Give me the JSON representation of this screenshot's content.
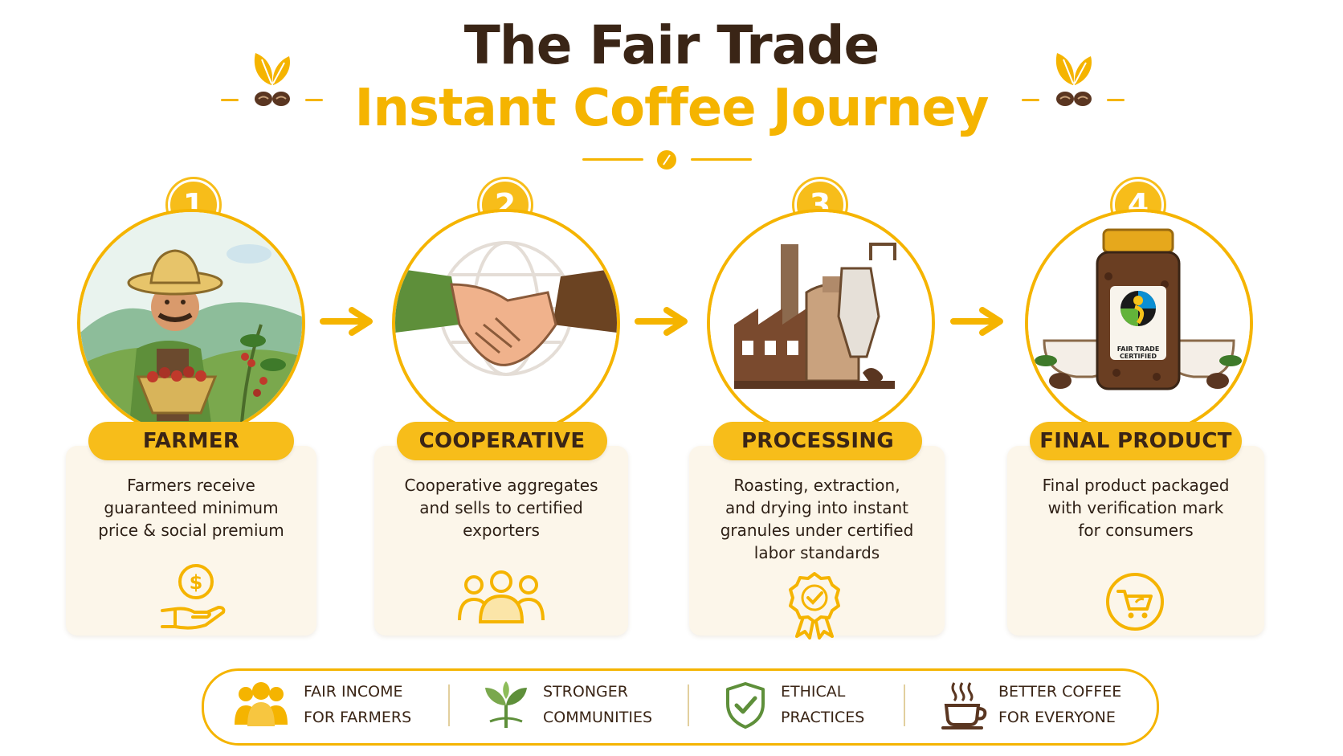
{
  "title": {
    "line1": "The Fair Trade",
    "line2": "Instant Coffee Journey"
  },
  "colors": {
    "accent": "#f5b400",
    "dark_brown": "#3a2516",
    "card_bg": "#fcf6ea"
  },
  "steps": [
    {
      "number": "1",
      "label": "FARMER",
      "text": [
        "Farmers receive",
        "guaranteed minimum",
        "price & social premium"
      ],
      "icon": "hand-coin-icon"
    },
    {
      "number": "2",
      "label": "COOPERATIVE",
      "text": [
        "Cooperative aggregates",
        "and sells to certified",
        "exporters"
      ],
      "icon": "group-people-icon"
    },
    {
      "number": "3",
      "label": "PROCESSING",
      "text": [
        "Roasting, extraction,",
        "and drying into instant",
        "granules under certified",
        "labor standards"
      ],
      "icon": "award-ribbon-icon"
    },
    {
      "number": "4",
      "label": "FINAL PRODUCT",
      "text": [
        "Final product packaged",
        "with verification mark",
        "for consumers"
      ],
      "icon": "shopping-cart-icon"
    }
  ],
  "jar_label": {
    "line1": "FAIR TRADE",
    "line2": "CERTIFIED"
  },
  "benefits": [
    {
      "line1": "FAIR INCOME",
      "line2": "FOR FARMERS",
      "icon": "people-icon"
    },
    {
      "line1": "STRONGER",
      "line2": "COMMUNITIES",
      "icon": "sprout-icon"
    },
    {
      "line1": "ETHICAL",
      "line2": "PRACTICES",
      "icon": "shield-check-icon"
    },
    {
      "line1": "BETTER COFFEE",
      "line2": "FOR EVERYONE",
      "icon": "coffee-cup-icon"
    }
  ]
}
